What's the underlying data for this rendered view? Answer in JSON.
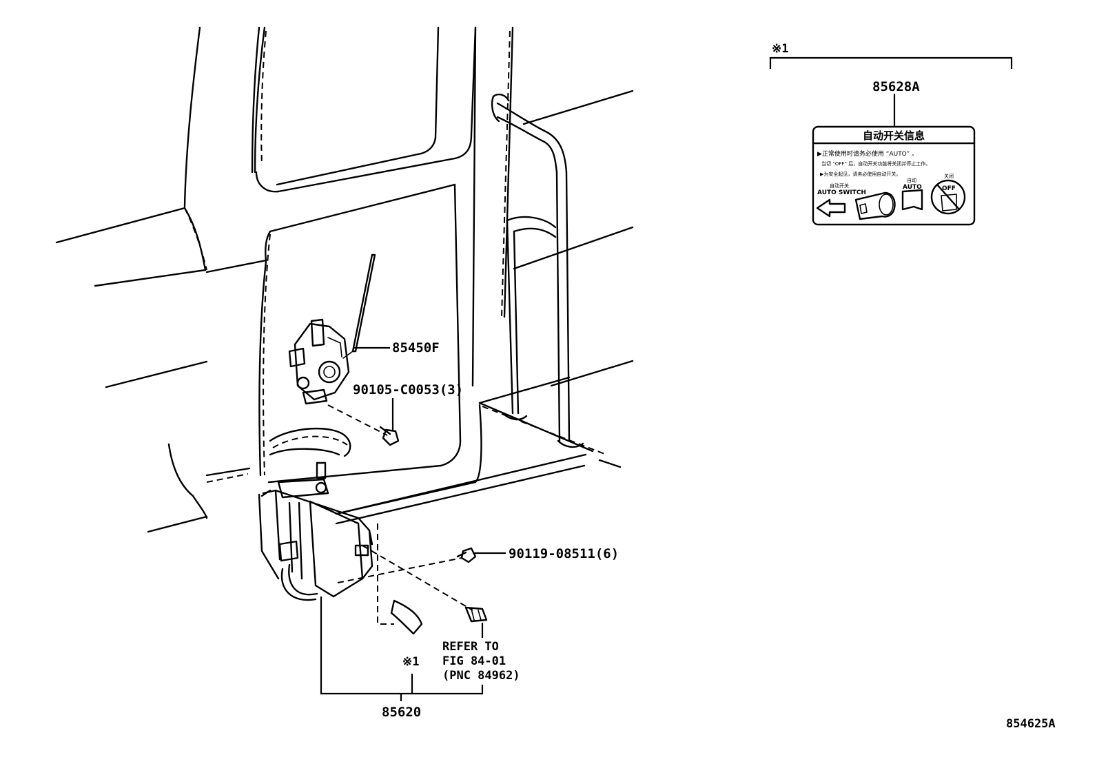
{
  "diagram": {
    "figure_code": "854625A",
    "parts": {
      "motor": "85450F",
      "motor_screw": "90105-C0053(3)",
      "bracket_bolt": "90119-08511(6)",
      "module": "85620",
      "label": "85628A"
    },
    "refer": {
      "line1": "REFER TO",
      "line2": "FIG 84-01",
      "line3": "(PNC 84962)"
    },
    "note_mark": "※1",
    "label_card": {
      "title": "自动开关信息",
      "line1": "▶正常使用时请务必使用 “AUTO” 。",
      "line2": "当切 “OFF” 后，自动开关功能将关闭并停止工作。",
      "line3": "▶为安全起见，请务必使用自动开关。",
      "switch_small": "自动开关",
      "switch_label": "AUTO SWITCH",
      "auto_small": "自动",
      "auto_label": "AUTO",
      "off_small": "关闭",
      "off_label": "OFF"
    }
  }
}
